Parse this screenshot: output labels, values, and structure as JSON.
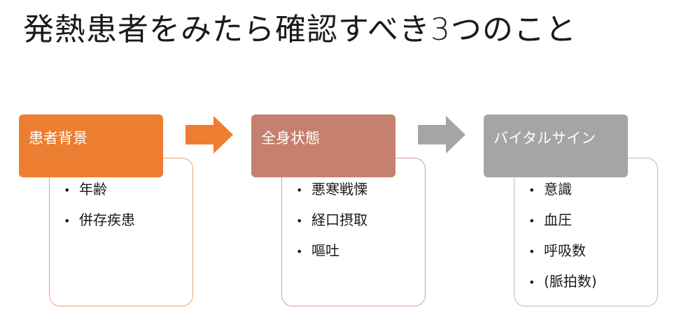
{
  "title": "発熱患者をみたら確認すべき3つのこと",
  "steps": [
    {
      "header": "患者背景",
      "color": "#ED7D31",
      "border": "#F0A070",
      "items": [
        "年齢",
        "併存疾患"
      ]
    },
    {
      "header": "全身状態",
      "color": "#C5806F",
      "border": "#D49C8E",
      "items": [
        "悪寒戦慄",
        "経口摂取",
        "嘔吐"
      ]
    },
    {
      "header": "バイタルサイン",
      "color": "#A5A5A5",
      "border": "#BDBDBD",
      "items": [
        "意識",
        "血圧",
        "呼吸数",
        "(脈拍数)"
      ]
    }
  ],
  "bullet": "•",
  "arrow_colors": [
    "#ED7D31",
    "#A5A5A5"
  ]
}
